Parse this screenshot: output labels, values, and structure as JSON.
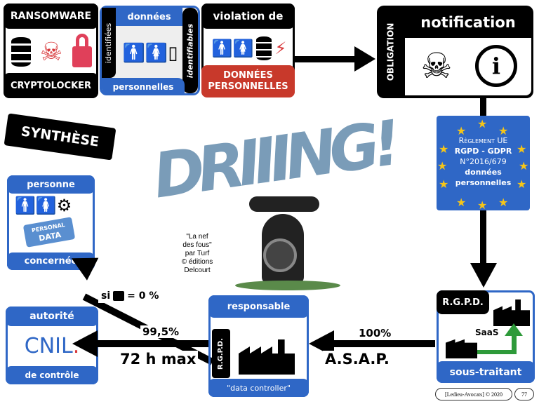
{
  "ransomware": {
    "top": "RANSOMWARE",
    "bottom": "CRYPTOLOCKER"
  },
  "donnees": {
    "top": "données",
    "bottom": "personnelles",
    "left": "identifiées",
    "right": "identifiables"
  },
  "violation": {
    "top": "violation de",
    "bottom": "DONNÉES PERSONNELLES"
  },
  "notification": {
    "title": "notification",
    "side": "OBLIGATION",
    "icon_text": "i"
  },
  "synthese": "SYNTHÈSE",
  "driiing": "DRIIING!",
  "caption": {
    "line1": "\"La nef",
    "line2": "des fous\"",
    "line3": "par Turf",
    "line4": "© éditions",
    "line5": "Delcourt"
  },
  "eu": {
    "l1": "Règlement UE",
    "l2": "RGPD - GDPR",
    "l3": "N°2016/679",
    "l4": "données",
    "l5": "personnelles"
  },
  "personne": {
    "top": "personne",
    "bottom": "concernée",
    "tag": "DATA",
    "tag_top": "PERSONAL"
  },
  "lock_rule": {
    "prefix": "si",
    "suffix": "= 0 %"
  },
  "autorite": {
    "top": "autorité",
    "logo": "CNIL",
    "bottom": "de contrôle"
  },
  "responsable": {
    "top": "responsable",
    "side": "R.G.P.D.",
    "bottom": "\"data controller\""
  },
  "delay_cnil": {
    "pct": "99,5%",
    "time": "72 h max"
  },
  "delay_resp": {
    "pct": "100%",
    "time": "A.S.A.P."
  },
  "sous_traitant": {
    "tag": "R.G.P.D.",
    "saas": "SaaS",
    "bottom": "sous-traitant"
  },
  "footer": {
    "credit": "[Ledieu-Avocats] © 2020",
    "page": "77"
  },
  "colors": {
    "blue": "#2f67c6",
    "red": "#c8392b",
    "gray_blue": "#7a9cb8",
    "green": "#2e9a3a"
  }
}
